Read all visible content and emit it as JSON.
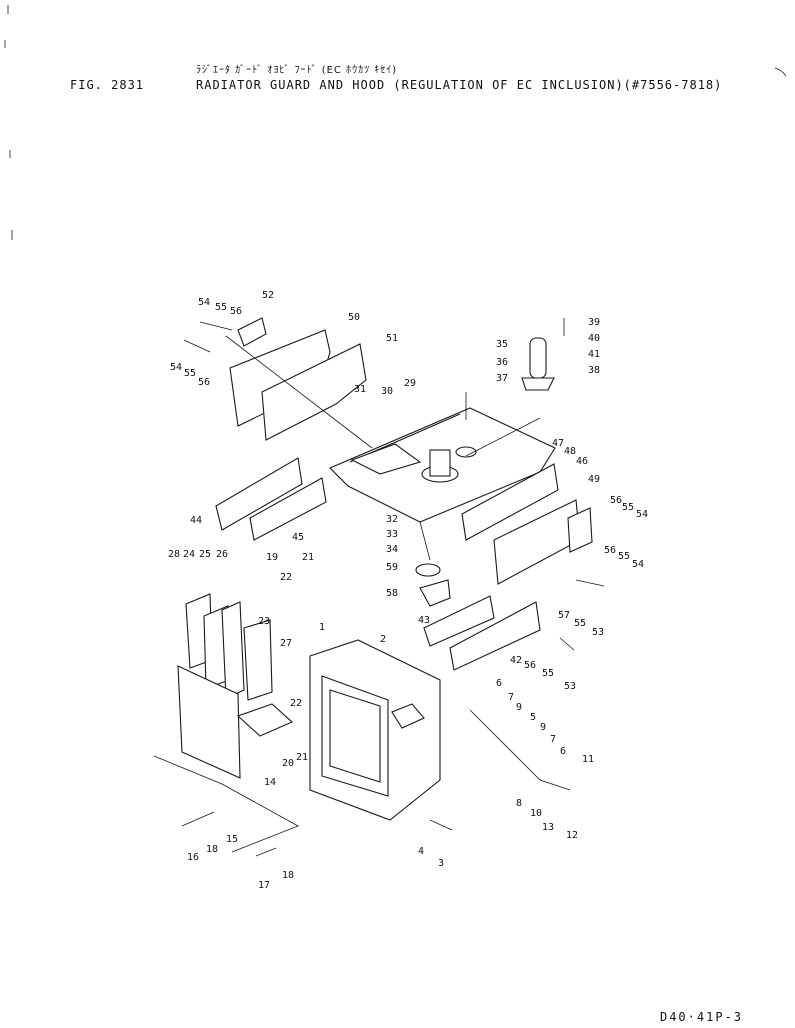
{
  "header": {
    "jp_title": "ﾗｼﾞｴｰﾀ ｶﾞｰﾄﾞ ｵﾖﾋﾞ ﾌｰﾄﾞ (EC ﾎｳｶﾂ ｷｾｲ)",
    "figure_number": "FIG. 2831",
    "en_title": "RADIATOR GUARD AND HOOD (REGULATION OF EC INCLUSION)(#7556-7818)"
  },
  "footer": {
    "page_code": "D40·41P-3"
  },
  "callouts": [
    {
      "id": "c1",
      "label": "1"
    },
    {
      "id": "c2",
      "label": "2"
    },
    {
      "id": "c3",
      "label": "3"
    },
    {
      "id": "c4",
      "label": "4"
    },
    {
      "id": "c5",
      "label": "5"
    },
    {
      "id": "c6a",
      "label": "6"
    },
    {
      "id": "c6b",
      "label": "6"
    },
    {
      "id": "c7a",
      "label": "7"
    },
    {
      "id": "c7b",
      "label": "7"
    },
    {
      "id": "c8",
      "label": "8"
    },
    {
      "id": "c9a",
      "label": "9"
    },
    {
      "id": "c9b",
      "label": "9"
    },
    {
      "id": "c10",
      "label": "10"
    },
    {
      "id": "c11",
      "label": "11"
    },
    {
      "id": "c12",
      "label": "12"
    },
    {
      "id": "c13",
      "label": "13"
    },
    {
      "id": "c14",
      "label": "14"
    },
    {
      "id": "c15",
      "label": "15"
    },
    {
      "id": "c16",
      "label": "16"
    },
    {
      "id": "c17",
      "label": "17"
    },
    {
      "id": "c18a",
      "label": "18"
    },
    {
      "id": "c18b",
      "label": "18"
    },
    {
      "id": "c19",
      "label": "19"
    },
    {
      "id": "c20",
      "label": "20"
    },
    {
      "id": "c21a",
      "label": "21"
    },
    {
      "id": "c21b",
      "label": "21"
    },
    {
      "id": "c22a",
      "label": "22"
    },
    {
      "id": "c22b",
      "label": "22"
    },
    {
      "id": "c23",
      "label": "23"
    },
    {
      "id": "c24",
      "label": "24"
    },
    {
      "id": "c25",
      "label": "25"
    },
    {
      "id": "c26",
      "label": "26"
    },
    {
      "id": "c27",
      "label": "27"
    },
    {
      "id": "c28",
      "label": "28"
    },
    {
      "id": "c29",
      "label": "29"
    },
    {
      "id": "c30",
      "label": "30"
    },
    {
      "id": "c31",
      "label": "31"
    },
    {
      "id": "c32",
      "label": "32"
    },
    {
      "id": "c33",
      "label": "33"
    },
    {
      "id": "c34",
      "label": "34"
    },
    {
      "id": "c35",
      "label": "35"
    },
    {
      "id": "c36",
      "label": "36"
    },
    {
      "id": "c37",
      "label": "37"
    },
    {
      "id": "c38",
      "label": "38"
    },
    {
      "id": "c39",
      "label": "39"
    },
    {
      "id": "c40",
      "label": "40"
    },
    {
      "id": "c41",
      "label": "41"
    },
    {
      "id": "c42",
      "label": "42"
    },
    {
      "id": "c43",
      "label": "43"
    },
    {
      "id": "c44",
      "label": "44"
    },
    {
      "id": "c45",
      "label": "45"
    },
    {
      "id": "c46",
      "label": "46"
    },
    {
      "id": "c47",
      "label": "47"
    },
    {
      "id": "c48",
      "label": "48"
    },
    {
      "id": "c49",
      "label": "49"
    },
    {
      "id": "c50",
      "label": "50"
    },
    {
      "id": "c51",
      "label": "51"
    },
    {
      "id": "c52",
      "label": "52"
    },
    {
      "id": "c53a",
      "label": "53"
    },
    {
      "id": "c53b",
      "label": "53"
    },
    {
      "id": "c54a",
      "label": "54"
    },
    {
      "id": "c54b",
      "label": "54"
    },
    {
      "id": "c54c",
      "label": "54"
    },
    {
      "id": "c54d",
      "label": "54"
    },
    {
      "id": "c55a",
      "label": "55"
    },
    {
      "id": "c55b",
      "label": "55"
    },
    {
      "id": "c55c",
      "label": "55"
    },
    {
      "id": "c55d",
      "label": "55"
    },
    {
      "id": "c55e",
      "label": "55"
    },
    {
      "id": "c55f",
      "label": "55"
    },
    {
      "id": "c56a",
      "label": "56"
    },
    {
      "id": "c56b",
      "label": "56"
    },
    {
      "id": "c56c",
      "label": "56"
    },
    {
      "id": "c56d",
      "label": "56"
    },
    {
      "id": "c56e",
      "label": "56"
    },
    {
      "id": "c57",
      "label": "57"
    },
    {
      "id": "c58",
      "label": "58"
    },
    {
      "id": "c59",
      "label": "59"
    }
  ]
}
